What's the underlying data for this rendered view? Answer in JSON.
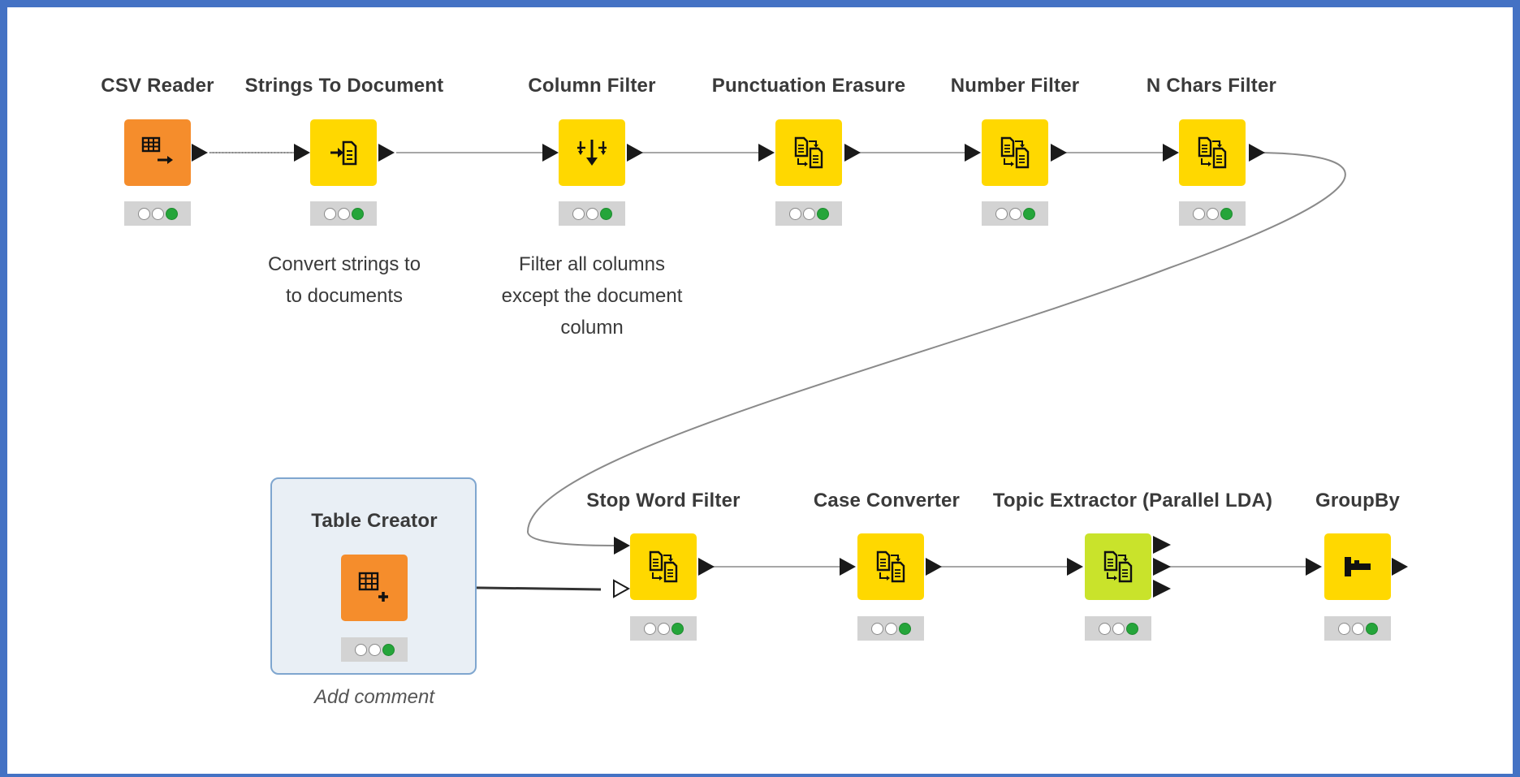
{
  "workflow": {
    "nodes": [
      {
        "id": "csv_reader",
        "title": "CSV Reader",
        "color": "orange",
        "icon": "table-read-icon",
        "status": [
          "idle",
          "idle",
          "executed"
        ]
      },
      {
        "id": "strings_to_document",
        "title": "Strings To Document",
        "color": "yellow",
        "icon": "document-convert-icon",
        "status": [
          "idle",
          "idle",
          "executed"
        ],
        "comment": [
          "Convert strings to",
          "to documents"
        ]
      },
      {
        "id": "column_filter",
        "title": "Column Filter",
        "color": "yellow",
        "icon": "column-filter-icon",
        "status": [
          "idle",
          "idle",
          "executed"
        ],
        "comment": [
          "Filter all columns",
          "except the document",
          "column"
        ]
      },
      {
        "id": "punctuation_erasure",
        "title": "Punctuation Erasure",
        "color": "yellow",
        "icon": "document-process-icon",
        "status": [
          "idle",
          "idle",
          "executed"
        ]
      },
      {
        "id": "number_filter",
        "title": "Number Filter",
        "color": "yellow",
        "icon": "document-process-icon",
        "status": [
          "idle",
          "idle",
          "executed"
        ]
      },
      {
        "id": "n_chars_filter",
        "title": "N Chars Filter",
        "color": "yellow",
        "icon": "document-process-icon",
        "status": [
          "idle",
          "idle",
          "executed"
        ]
      },
      {
        "id": "table_creator",
        "title": "Table Creator",
        "color": "orange",
        "icon": "table-create-icon",
        "status": [
          "idle",
          "idle",
          "executed"
        ]
      },
      {
        "id": "stop_word_filter",
        "title": "Stop Word Filter",
        "color": "yellow",
        "icon": "document-process-icon",
        "status": [
          "idle",
          "idle",
          "executed"
        ]
      },
      {
        "id": "case_converter",
        "title": "Case Converter",
        "color": "yellow",
        "icon": "document-process-icon",
        "status": [
          "idle",
          "idle",
          "executed"
        ]
      },
      {
        "id": "topic_extractor",
        "title": "Topic Extractor (Parallel LDA)",
        "color": "lime",
        "icon": "document-process-icon",
        "status": [
          "idle",
          "idle",
          "executed"
        ]
      },
      {
        "id": "groupby",
        "title": "GroupBy",
        "color": "yellow",
        "icon": "groupby-icon",
        "status": [
          "idle",
          "idle",
          "executed"
        ]
      }
    ],
    "annotation": {
      "placeholder": "Add comment"
    },
    "colors": {
      "orange": "#f58d2c",
      "yellow": "#ffd800",
      "lime": "#c9e32b",
      "executed": "#25a53a",
      "frame": "#4472c4"
    }
  }
}
